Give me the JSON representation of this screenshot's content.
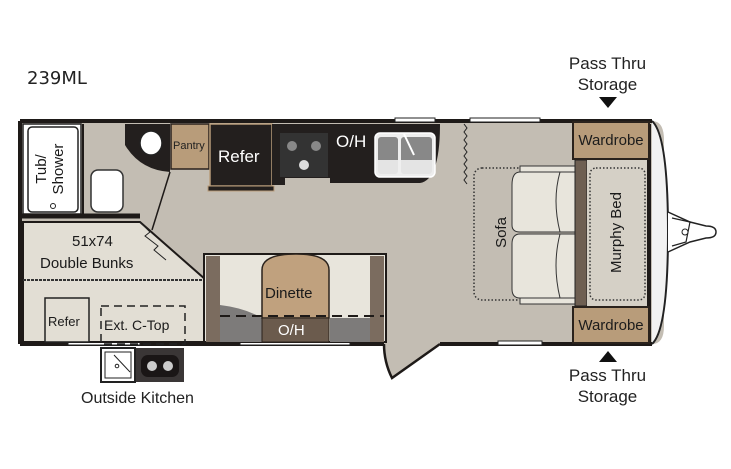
{
  "model": "239ML",
  "colors": {
    "floor": "#c3bdb3",
    "wall": "#1e1a18",
    "wood": "#b89c7a",
    "cabinet_dark": "#231f1e",
    "cushion": "#e8e5dc",
    "bunk": "#e2ded4"
  },
  "exterior_labels": {
    "pass_thru_top": [
      "Pass Thru",
      "Storage"
    ],
    "pass_thru_bottom": [
      "Pass Thru",
      "Storage"
    ],
    "outside_kitchen": "Outside Kitchen"
  },
  "rooms": {
    "bath": {
      "tub_shower": [
        "Tub/",
        "Shower"
      ]
    },
    "kitchen": {
      "pantry": "Pantry",
      "refer": "Refer",
      "overhead": "O/H"
    },
    "bunks": {
      "size": "51x74",
      "label": "Double Bunks",
      "refer": "Refer",
      "ext_ctop": "Ext. C-Top"
    },
    "dinette": {
      "label": "Dinette",
      "overhead": "O/H"
    },
    "front": {
      "sofa": "Sofa",
      "murphy_bed": "Murphy Bed",
      "wardrobe_top": "Wardrobe",
      "wardrobe_bottom": "Wardrobe"
    }
  }
}
